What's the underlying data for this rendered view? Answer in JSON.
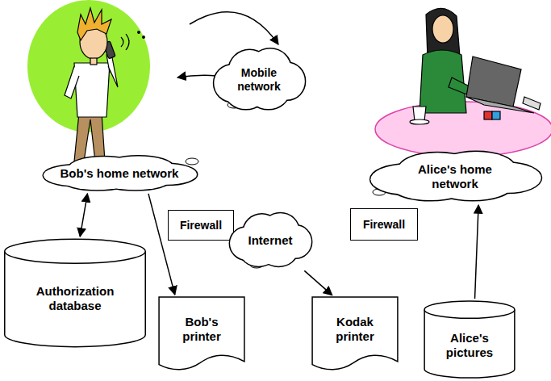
{
  "diagram": {
    "nodes": [
      {
        "text": [
          "Bob's home network"
        ]
      },
      {
        "text": [
          "Mobile network"
        ]
      },
      {
        "text": [
          "Alice's home network"
        ]
      },
      {
        "text": [
          "Firewall"
        ]
      },
      {
        "text": [
          "Internet"
        ]
      },
      {
        "text": [
          "Firewall"
        ]
      },
      {
        "text": [
          "Authorization database"
        ]
      },
      {
        "text": [
          "Bob's printer"
        ]
      },
      {
        "text": [
          "Kodak printer"
        ]
      },
      {
        "text": [
          "Alice's pictures"
        ]
      }
    ],
    "edges": [
      {
        "from": 6,
        "to": 0,
        "arrow": "both"
      },
      {
        "from": 0,
        "to": 7,
        "arrow": "to"
      },
      {
        "from": 4,
        "to": 8,
        "arrow": "to"
      },
      {
        "from": 9,
        "to": 2,
        "arrow": "to"
      }
    ]
  }
}
